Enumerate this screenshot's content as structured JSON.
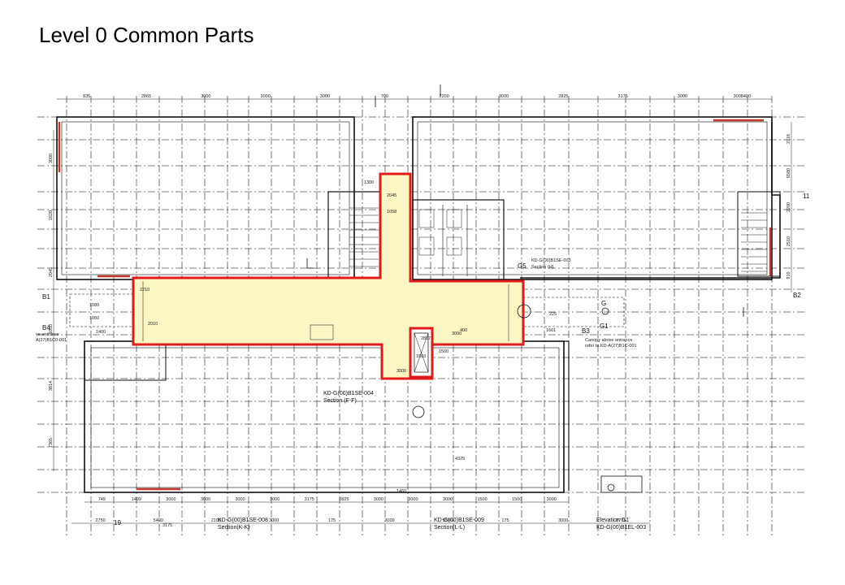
{
  "title": "Level 0 Common Parts",
  "colors": {
    "highlight_fill": "#fbf7c4",
    "highlight_stroke": "#e01b1b",
    "wall": "#111111",
    "grid": "#444444"
  },
  "labels": {
    "ref_b1": "B1",
    "ref_b2": "B2",
    "ref_b3": "B3",
    "ref_b4": "B4",
    "ref_g": "G",
    "ref_g1": "G1",
    "ref_g5": "G5",
    "section_ff_code": "KD-G(00)B1SE-004",
    "section_ff_name": "Section (F-F)",
    "section_kk_code": "KD-G(00)B1SE-008",
    "section_kk_name": "Section(K-K)",
    "section_ll_code": "KD-G(00)B1SE-009",
    "section_ll_name": "Section(L-L)",
    "elevation_name": "Elevation G1",
    "elevation_code": "KD-G(00)B1EL-003",
    "section_h_code": "KD-G(00)B1SE-003",
    "section_h_name": "Section (H)",
    "canopy_1": "Canopy above entrance",
    "canopy_2": "refer to KD-A(27)B1C-001",
    "entrance_1": "ve entrance",
    "entrance_2": "A(27)B1C0-001",
    "grid_11": "11",
    "grid_19": "19",
    "dims_top": [
      "835",
      "2865",
      "3000",
      "3000",
      "3000",
      "700",
      "2200",
      "3000",
      "2825",
      "3175",
      "3000",
      "3008400"
    ],
    "dims_bottom": [
      "749",
      "1499",
      "3000",
      "3000",
      "3000",
      "3000",
      "3175",
      "2825",
      "3000",
      "3000",
      "3000",
      "1500",
      "1500",
      "3000"
    ],
    "dims_bottom_row2": [
      "2750",
      "5400",
      "2100",
      "3000",
      "175",
      "3000",
      "1500",
      "175",
      "3000",
      "2776"
    ],
    "dims_left": [
      "3000",
      "1620",
      "2045",
      "1050",
      "3814",
      "7365"
    ],
    "dims_right": [
      "2116",
      "6580",
      "2200",
      "2510",
      "910"
    ],
    "misc": [
      "1080",
      "1050",
      "1400",
      "2010",
      "2045",
      "1058",
      "1300",
      "2867",
      "1503",
      "1500",
      "3000",
      "1601",
      "225",
      "2210",
      "3000",
      "4325",
      "3175",
      "1460",
      "400"
    ]
  }
}
